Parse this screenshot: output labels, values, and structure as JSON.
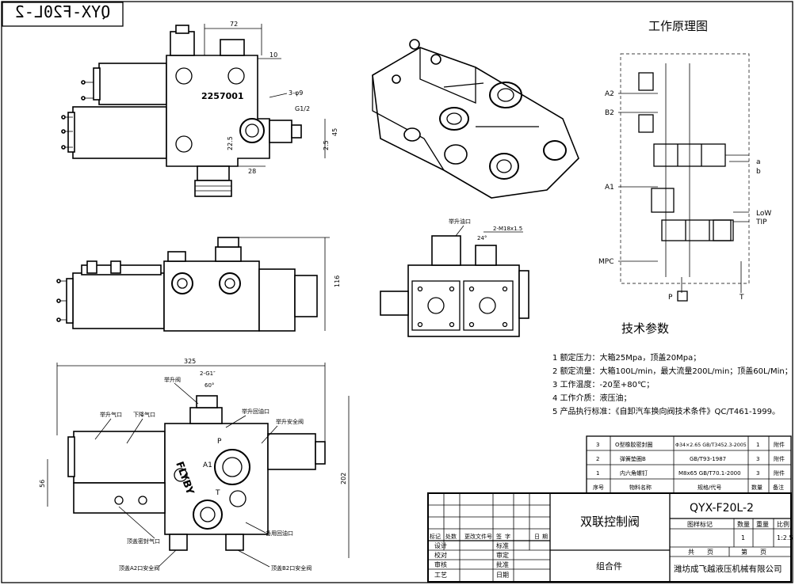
{
  "stamp": {
    "code_mirrored": "QYX-F20L-2"
  },
  "front_view": {
    "dim_72": "72",
    "dim_10": "10",
    "dim_3phi9": "3-φ9",
    "dim_g12": "G1/2",
    "dim_45": "45",
    "dim_25": "2.5",
    "dim_225": "22.5",
    "dim_28": "28",
    "part_no": "2257001"
  },
  "side_view": {
    "dim_116": "116"
  },
  "right_view": {
    "label_lift_oil": "举升油口",
    "dim_m18": "2-M18x1.5",
    "dim_24": "24°"
  },
  "bottom_view": {
    "dim_325": "325",
    "dim_2g1": "2-G1″",
    "dim_60": "60°",
    "dim_56": "56",
    "dim_202": "202",
    "label_lift_valve": "举升阀",
    "label_lift_air": "举升气口",
    "label_lower_air": "下降气口",
    "label_lift_safety": "举升安全阀",
    "label_tip_return": "举升回油口",
    "label_spare_return": "备用回油口",
    "label_main_seal": "顶盖密封气口",
    "label_a2": "顶盖A2口安全阀",
    "label_b2": "顶盖B2口安全阀",
    "brand": "FLYBY",
    "port_a1": "A1",
    "port_p": "P",
    "port_t": "T"
  },
  "schematic": {
    "title": "工作原理图",
    "labels": [
      "A2",
      "B2",
      "A1",
      "MPC",
      "P",
      "T",
      "a",
      "b",
      "LoW",
      "TIP"
    ]
  },
  "specs": {
    "title": "技术参数",
    "lines": [
      "1 额定压力：大箱25Mpa，顶盖20Mpa；",
      "2 额定流量：大箱100L/min，最大流量200L/min；顶盖60L/Min；",
      "3 工作温度：-20至+80℃；",
      "4 工作介质：液压油；",
      "5 产品执行标准：《自卸汽车换向阀技术条件》QC/T461-1999。"
    ]
  },
  "parts_table": {
    "headers": [
      "序号",
      "物料名称",
      "规格/代号",
      "数量",
      "备注"
    ],
    "rows": [
      [
        "3",
        "O型橡胶密封圈",
        "Φ34×2.65 GB/T3452.3-2005",
        "1",
        "附件"
      ],
      [
        "2",
        "弹簧垫圈B",
        "GB/T93-1987",
        "3",
        "附件"
      ],
      [
        "1",
        "内六角螺钉",
        "M8x65 GB/T70.1-2000",
        "3",
        "附件"
      ]
    ]
  },
  "title_block": {
    "revision_headers": [
      "标记",
      "处数",
      "更改文件号",
      "签",
      "字",
      "日",
      "期"
    ],
    "roles": [
      "设计",
      "校对",
      "审核",
      "工艺"
    ],
    "roles_right": [
      "标准",
      "审定",
      "批准",
      "日期"
    ],
    "product_name": "双联控制阀",
    "assembly": "组合件",
    "drawing_no": "QYX-F20L-2",
    "sheet_headers": [
      "图样标记",
      "数量",
      "重量",
      "比例"
    ],
    "qty": "1",
    "scale": "1:2.5",
    "sheets_total": "共　　页",
    "sheet_no": "第　　页",
    "company": "潍坊成飞越液压机械有限公司"
  }
}
